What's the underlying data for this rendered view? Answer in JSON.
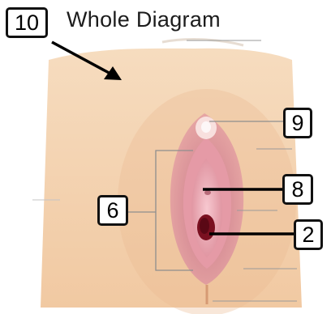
{
  "diagram": {
    "title": "Whole Diagram",
    "labels": [
      {
        "id": "10",
        "text": "10"
      },
      {
        "id": "9",
        "text": "9"
      },
      {
        "id": "8",
        "text": "8"
      },
      {
        "id": "6",
        "text": "6"
      },
      {
        "id": "2",
        "text": "2"
      }
    ]
  },
  "colors": {
    "skin": "#f3d0ad",
    "skin_shadow": "#e8b98f",
    "outer_fold": "#e7a8a3",
    "inner_fold": "#d98a93",
    "mucosa": "#f2b6c0",
    "opening": "#7a1020",
    "leader_line_heavy": "#000000",
    "leader_line_light": "#9a9a9a"
  }
}
